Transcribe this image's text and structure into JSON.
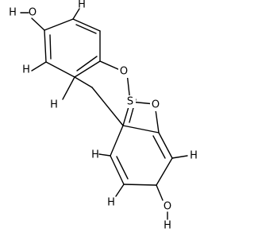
{
  "molecule": {
    "atoms": {
      "oh_top_o": "O",
      "oh_top_h": "H",
      "h_top": "H",
      "h_left": "H",
      "h_lower_left": "H",
      "ring_o_upper": "O",
      "sulfur": "S",
      "ring_o_right": "O",
      "h_right": "H",
      "h_mid_left": "H",
      "h_bottom_left": "H",
      "oh_bottom_o": "O",
      "oh_bottom_h": "H"
    }
  }
}
